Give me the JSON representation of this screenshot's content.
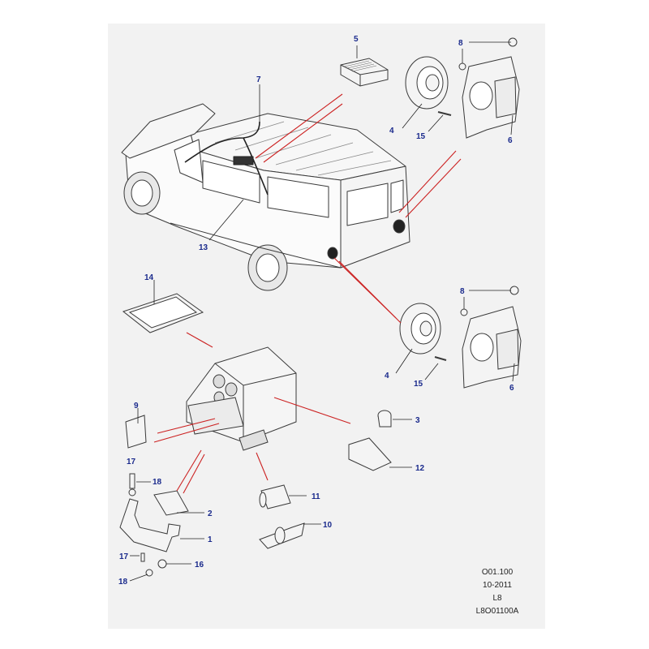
{
  "callouts": {
    "c1": "1",
    "c2": "2",
    "c3": "3",
    "c4a": "4",
    "c4b": "4",
    "c5": "5",
    "c6a": "6",
    "c6b": "6",
    "c7": "7",
    "c8a": "8",
    "c8b": "8",
    "c9": "9",
    "c10": "10",
    "c11": "11",
    "c12": "12",
    "c13": "13",
    "c14": "14",
    "c15a": "15",
    "c15b": "15",
    "c16": "16",
    "c17a": "17",
    "c17b": "17",
    "c18a": "18",
    "c18b": "18"
  },
  "reference": {
    "section": "O01.100",
    "date": "10-2011",
    "model": "L8",
    "drawing_number": "L8O01100A"
  },
  "colors": {
    "panel": "#f2f2f2",
    "line_art": "#3a3a3a",
    "leader": "#cc2222",
    "callout_text": "#1a2a8c"
  }
}
